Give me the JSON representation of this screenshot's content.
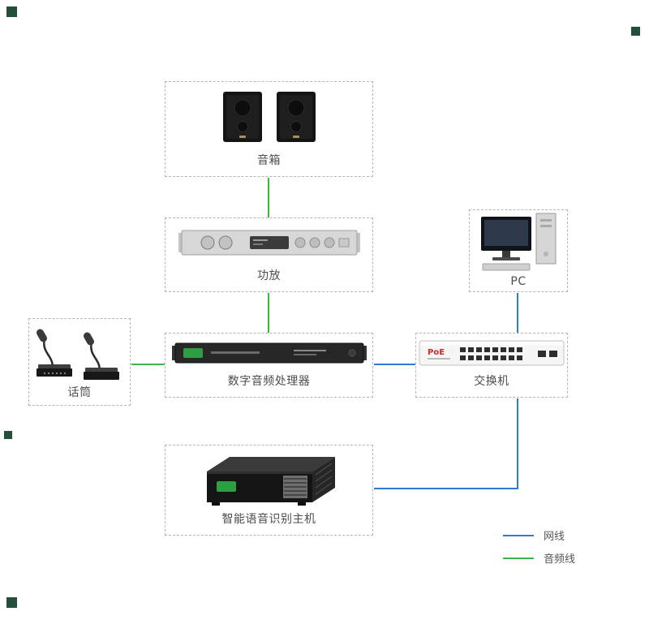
{
  "nodes": {
    "speakers": {
      "label": "音箱",
      "icon": "speakers-icon"
    },
    "amplifier": {
      "label": "功放",
      "icon": "amplifier-icon"
    },
    "pc": {
      "label": "PC",
      "icon": "pc-icon"
    },
    "microphones": {
      "label": "话筒",
      "icon": "microphones-icon"
    },
    "processor": {
      "label": "数字音频处理器",
      "icon": "processor-icon"
    },
    "switch": {
      "label": "交换机",
      "poe_badge": "PoE",
      "icon": "switch-icon"
    },
    "host": {
      "label": "智能语音识别主机",
      "icon": "host-icon"
    }
  },
  "connections": [
    {
      "from": "speakers",
      "to": "amplifier",
      "type": "audio"
    },
    {
      "from": "amplifier",
      "to": "processor",
      "type": "audio"
    },
    {
      "from": "microphones",
      "to": "processor",
      "type": "audio"
    },
    {
      "from": "processor",
      "to": "switch",
      "type": "network"
    },
    {
      "from": "pc",
      "to": "switch",
      "type": "network"
    },
    {
      "from": "switch",
      "to": "host",
      "type": "network"
    }
  ],
  "legend": {
    "network": {
      "label": "网线",
      "color": "#2e7bd2"
    },
    "audio": {
      "label": "音频线",
      "color": "#3cb54a"
    }
  }
}
